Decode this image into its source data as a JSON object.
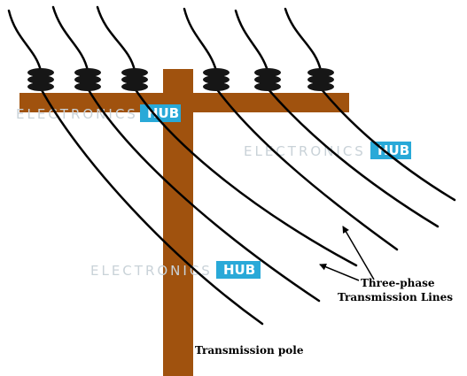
{
  "diagram": {
    "labels": {
      "lines_line1": "Three-phase",
      "lines_line2": "Transmission Lines",
      "pole": "Transmission pole"
    },
    "watermark": {
      "text": "ELECTRONICS",
      "badge": "HUB"
    },
    "colors": {
      "pole": "#a0520e",
      "insulator": "#161616",
      "wire": "#000000",
      "watermark_badge": "#29a9d8"
    },
    "icons": [
      "insulator-icon",
      "arrow-icon"
    ]
  }
}
